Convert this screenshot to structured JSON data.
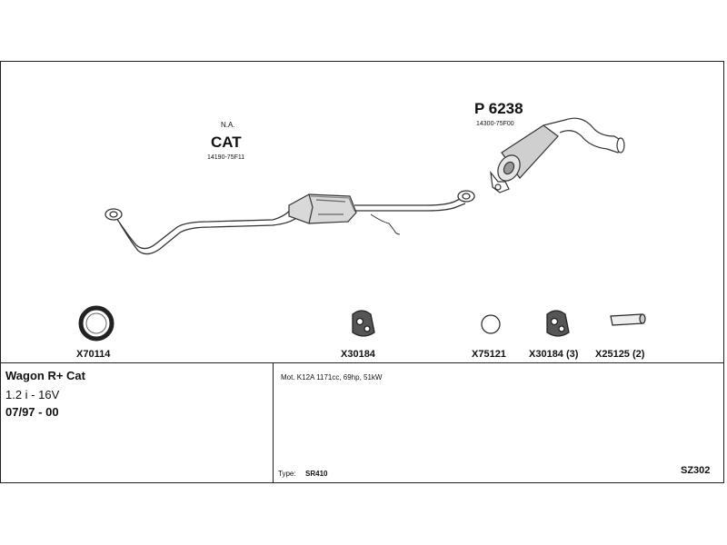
{
  "diagram": {
    "cat_part": {
      "prefix": "N.A.",
      "name": "CAT",
      "oem_number": "14190-75F11"
    },
    "rear_part": {
      "code": "P 6238",
      "oem_number": "14300-75F00"
    },
    "accessories": [
      {
        "code": "X70114",
        "icon": "gasket-ring-icon"
      },
      {
        "code": "X30184",
        "icon": "rubber-hanger-icon"
      },
      {
        "code": "X75121",
        "icon": "o-ring-icon"
      },
      {
        "code": "X30184 (3)",
        "icon": "rubber-hanger-icon"
      },
      {
        "code": "X25125 (2)",
        "icon": "sleeve-pin-icon"
      }
    ]
  },
  "vehicle": {
    "model": "Wagon R+ Cat",
    "engine": "1.2 i - 16V",
    "years": "07/97 - 00"
  },
  "details": {
    "motor": "Mot. K12A 1171cc, 69hp, 51kW",
    "type_label": "Type:",
    "type_value": "SR410",
    "system_code": "SZ302"
  }
}
